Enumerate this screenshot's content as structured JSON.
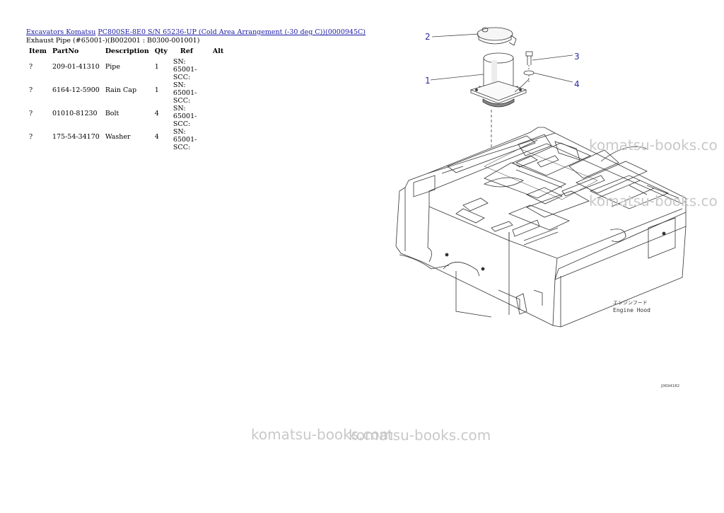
{
  "breadcrumb": {
    "link1": "Excavators Komatsu",
    "link2": "PC800SE-8E0 S/N 65236-UP (Cold Area Arrangement (-30 deg C))(0000945C)"
  },
  "subtitle": "Exhaust Pipe (#65001-)(B002001 : B0300-001001)",
  "table": {
    "headers": [
      "Item",
      "PartNo",
      "Description",
      "Qty",
      "Ref",
      "Alt"
    ],
    "rows": [
      {
        "item": "?",
        "partno": "209-01-41310",
        "description": "Pipe",
        "qty": "1",
        "ref": "SN: 65001-SCC:",
        "alt": ""
      },
      {
        "item": "?",
        "partno": "6164-12-5900",
        "description": "Rain Cap",
        "qty": "1",
        "ref": "SN: 65001-SCC:",
        "alt": ""
      },
      {
        "item": "?",
        "partno": "01010-81230",
        "description": "Bolt",
        "qty": "4",
        "ref": "SN: 65001-SCC:",
        "alt": ""
      },
      {
        "item": "?",
        "partno": "175-54-34170",
        "description": "Washer",
        "qty": "4",
        "ref": "SN: 65001-SCC:",
        "alt": ""
      }
    ]
  },
  "diagram": {
    "callouts": [
      "1",
      "2",
      "3",
      "4"
    ],
    "label_jp": "エンジンフード",
    "label_en": "Engine Hood",
    "code": "J0694182"
  },
  "watermarks": [
    "komatsu-books.co",
    "komatsu-books.co",
    "komatsu-books.com",
    "komatsu-books.com"
  ],
  "colors": {
    "link": "#1a1aa6",
    "callout": "#2a2aa0",
    "watermark": "#c9c9c9"
  }
}
